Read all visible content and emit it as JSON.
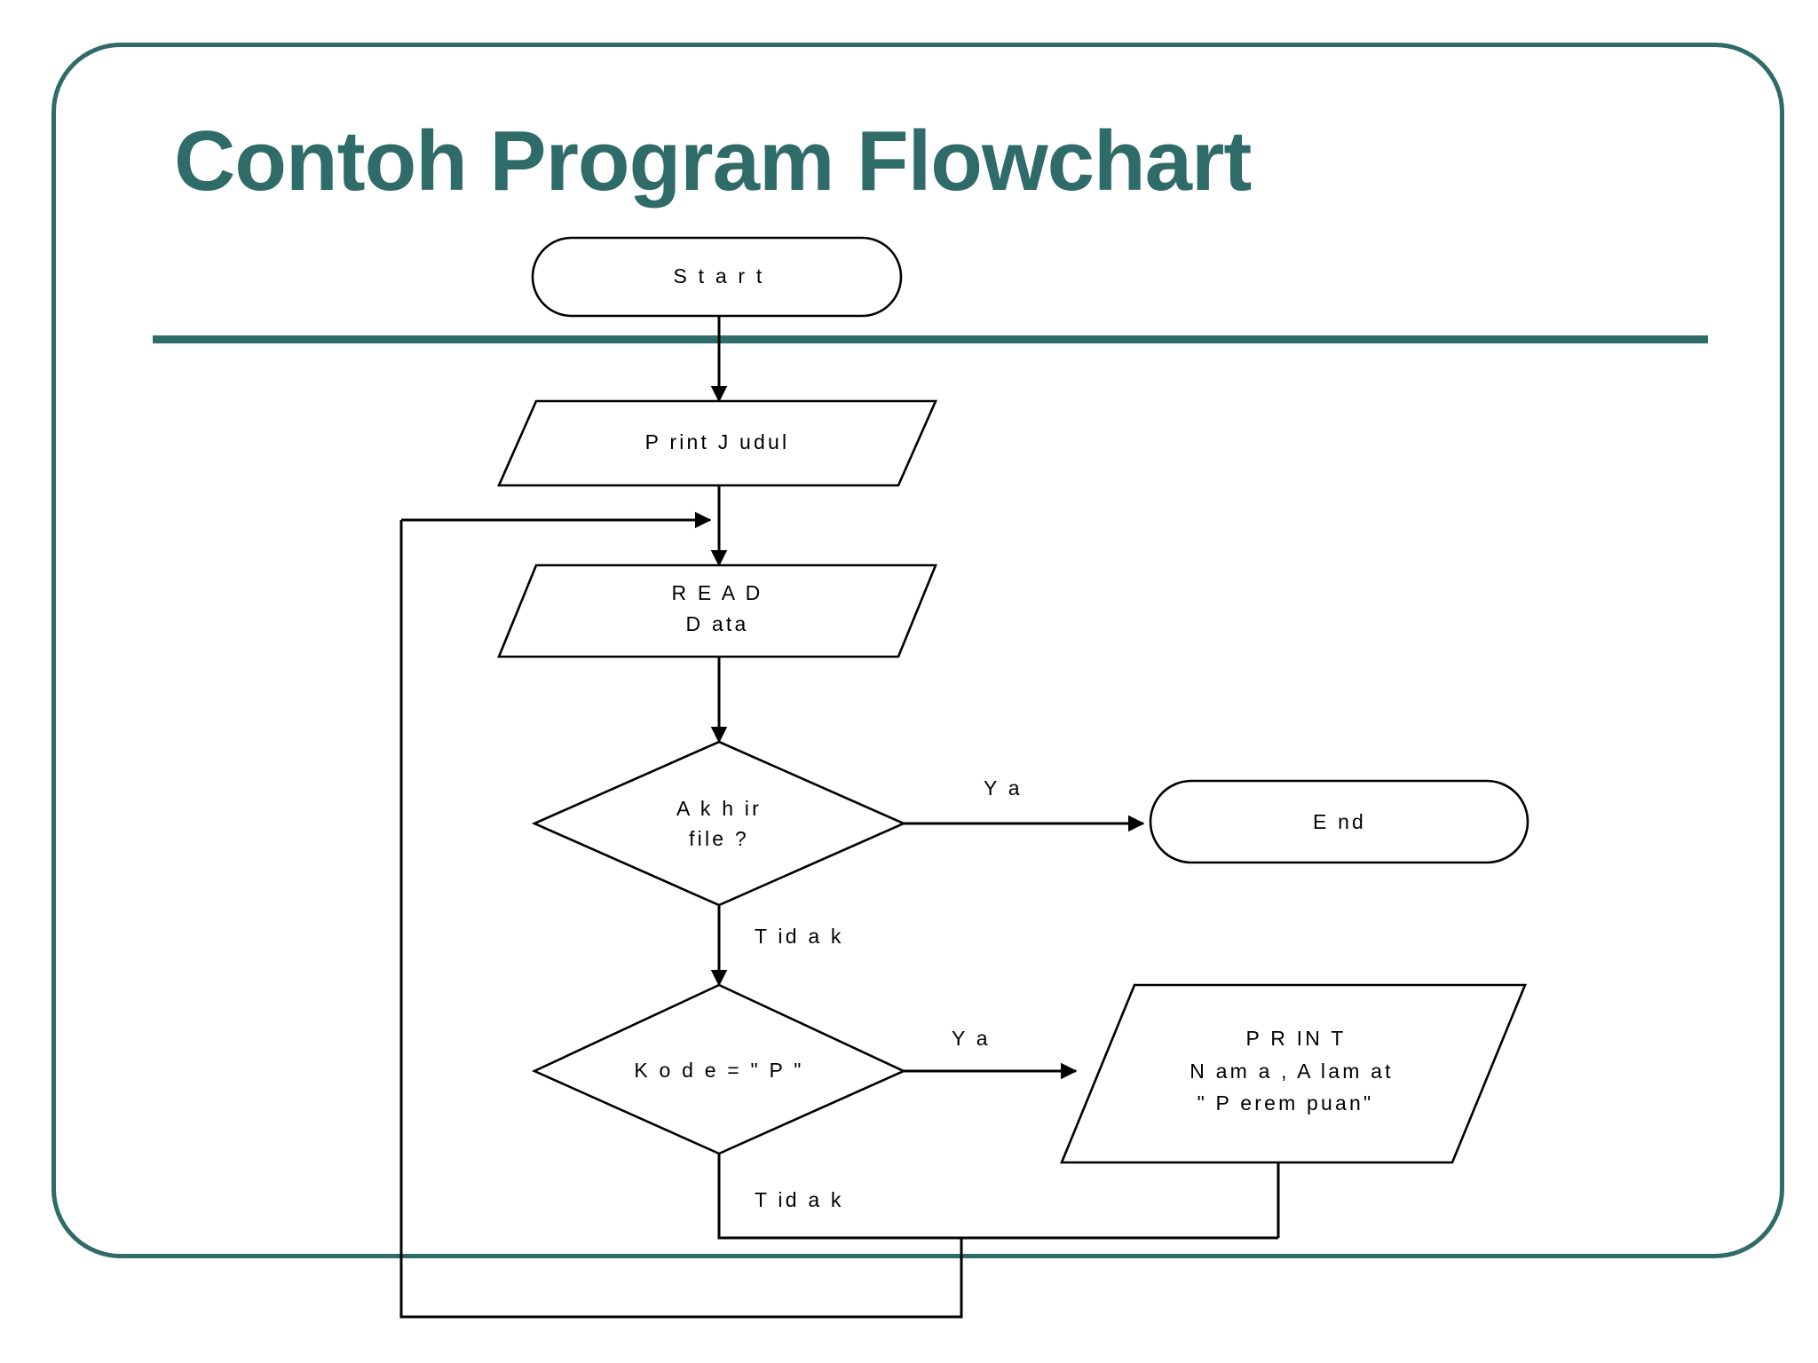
{
  "slide": {
    "title": "Contoh Program Flowchart",
    "frame_color": "#2f6b68",
    "background": "#ffffff",
    "line_color": "#000000"
  },
  "flowchart": {
    "type": "flowchart",
    "nodes": [
      {
        "id": "start",
        "shape": "terminator",
        "label": "S t a r t"
      },
      {
        "id": "print_judul",
        "shape": "parallelogram",
        "label": "P rint J udul"
      },
      {
        "id": "read_data",
        "shape": "parallelogram",
        "line1": "R E A D",
        "line2": "D ata"
      },
      {
        "id": "akhir_file",
        "shape": "decision",
        "line1": "A k h ir",
        "line2": "file  ?"
      },
      {
        "id": "end",
        "shape": "terminator",
        "label": "E nd"
      },
      {
        "id": "kode_p",
        "shape": "decision",
        "label": "K o d e  =  \" P \""
      },
      {
        "id": "print_nama",
        "shape": "parallelogram",
        "line1": "P R IN T",
        "line2": "N am a , A lam at",
        "line3": "\" P erem puan\""
      }
    ],
    "edge_labels": {
      "akhir_ya": "Y a",
      "akhir_tidak": "T id a k",
      "kode_ya": "Y a",
      "kode_tidak": "T id a k"
    }
  }
}
